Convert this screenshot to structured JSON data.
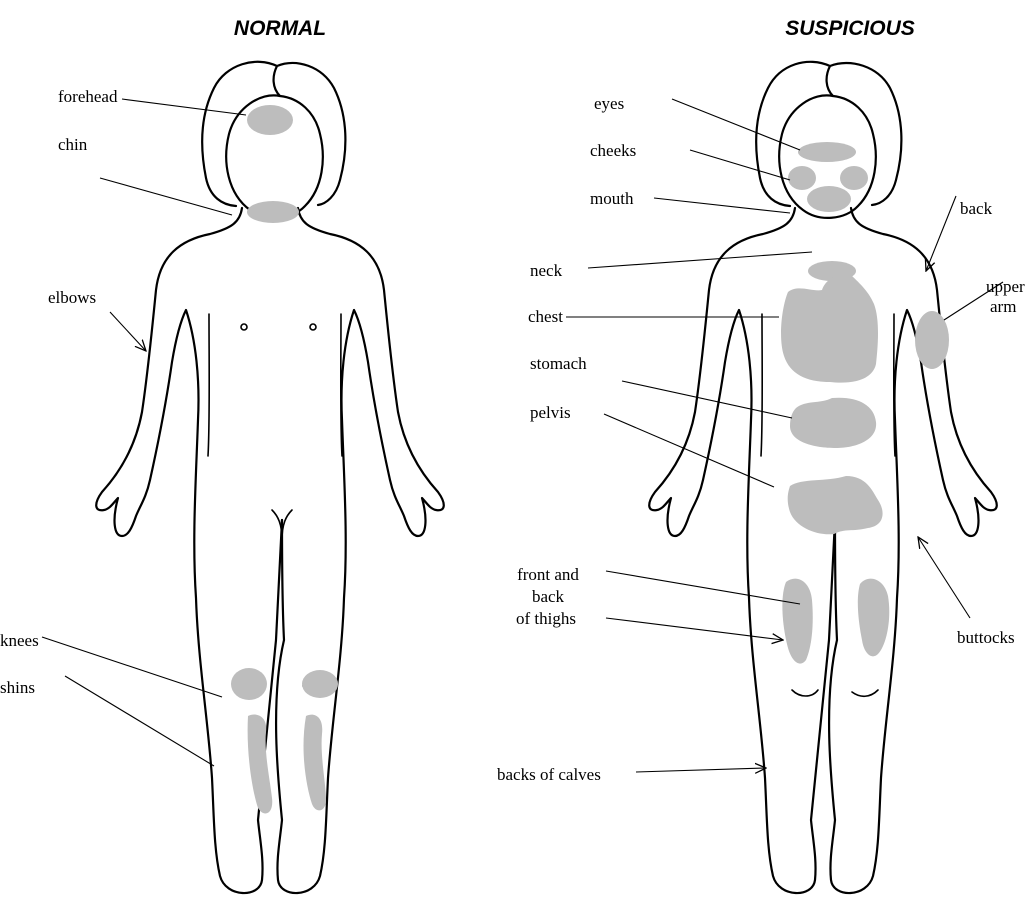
{
  "headings": {
    "normal": "NORMAL",
    "suspicious": "SUSPICIOUS"
  },
  "colors": {
    "outline": "#000000",
    "spot": "#bdbdbd",
    "background": "#ffffff"
  },
  "normal_labels": {
    "forehead": "forehead",
    "chin": "chin",
    "elbows": "elbows",
    "knees": "knees",
    "shins": "shins"
  },
  "suspicious_labels": {
    "eyes": "eyes",
    "cheeks": "cheeks",
    "mouth": "mouth",
    "back": "back",
    "neck": "neck",
    "upper_arm_line1": "upper",
    "upper_arm_line2": "arm",
    "chest": "chest",
    "stomach": "stomach",
    "pelvis": "pelvis",
    "thighs_line1": "front and",
    "thighs_line2": "back",
    "thighs_line3": "of thighs",
    "buttocks": "buttocks",
    "calves": "backs of calves"
  }
}
